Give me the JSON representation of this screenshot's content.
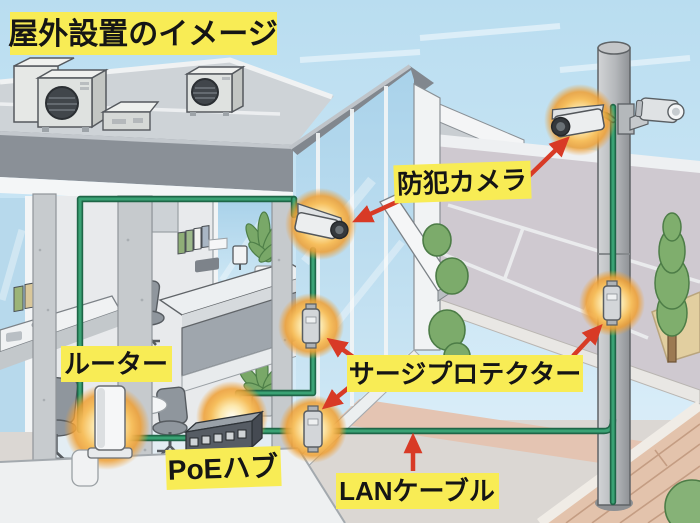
{
  "title": "屋外設置のイメージ",
  "labels": {
    "security_camera": "防犯カメラ",
    "router": "ルーター",
    "poe_hub": "PoEハブ",
    "surge_protector": "サージプロテクター",
    "lan_cable": "LANケーブル"
  },
  "colors": {
    "label_bg": "#f8ec55",
    "label_text": "#151515",
    "arrow": "#d83a26",
    "cable": "#3aa274",
    "cable_edge": "#1e6647",
    "glow": "#f2a93e",
    "sky": "#c7e3f2"
  }
}
